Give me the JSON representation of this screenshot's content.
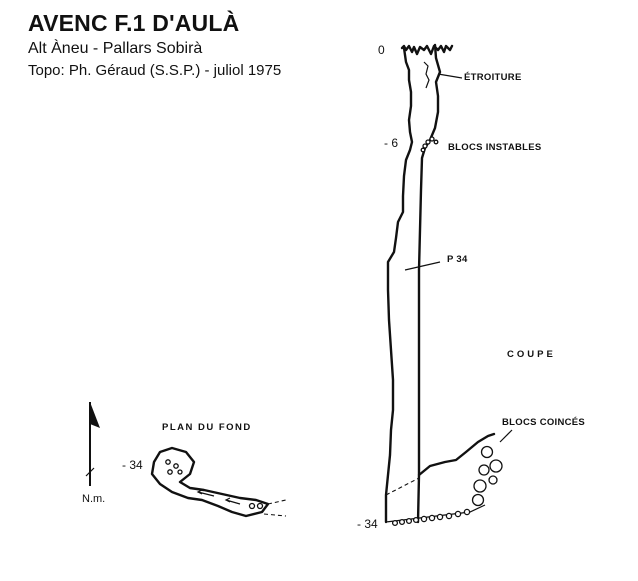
{
  "header": {
    "title": "AVENC F.1 D'AULÀ",
    "subtitle": "Alt Àneu - Pallars Sobirà",
    "credit": "Topo: Ph. Géraud (S.S.P.) - juliol 1975"
  },
  "section": {
    "caption": "COUPE",
    "depth_top": "0",
    "depth_mid": "- 6",
    "depth_bottom": "- 34",
    "label_etroiture": "ÉTROITURE",
    "label_blocs_instables": "BLOCS INSTABLES",
    "label_pitch": "P 34",
    "label_blocs_coinces": "BLOCS COINCÉS"
  },
  "plan": {
    "caption": "PLAN DU FOND",
    "depth": "- 34",
    "north_label": "N.m."
  },
  "colors": {
    "ink": "#111111",
    "paper": "#ffffff"
  }
}
